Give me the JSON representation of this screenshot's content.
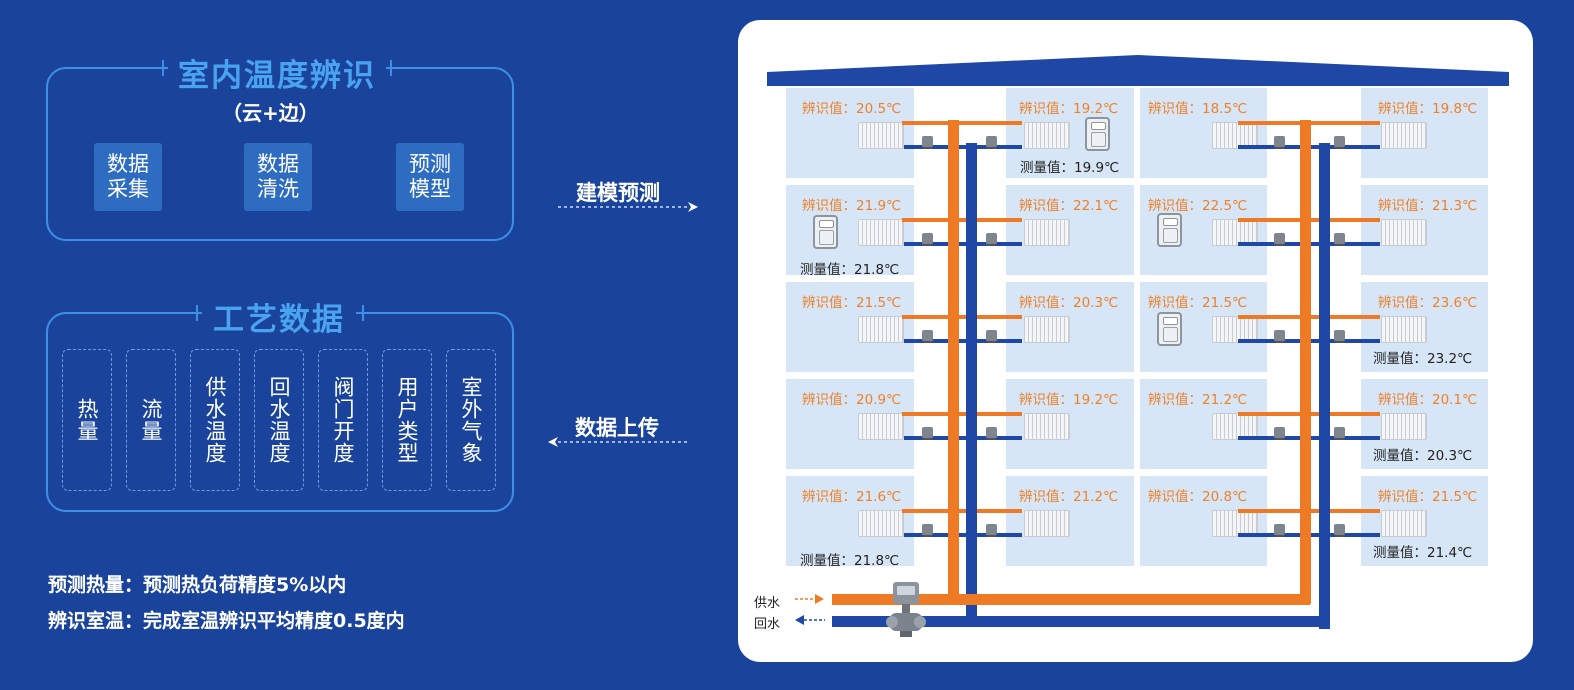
{
  "indoor_panel": {
    "title": "室内温度辨识",
    "subtitle": "（云+边）",
    "steps": [
      "数据采集",
      "数据清洗",
      "预测模型"
    ]
  },
  "process_panel": {
    "title": "工艺数据",
    "items": [
      "热量",
      "流量",
      "供水温度",
      "回水温度",
      "阀门开度",
      "用户类型",
      "室外气象"
    ]
  },
  "flows": {
    "modeling": "建模预测",
    "upload": "数据上传"
  },
  "notes": [
    "预测热量：预测热负荷精度5%以内",
    "辨识室温：完成室温辨识平均精度0.5度内"
  ],
  "rooms": [
    {
      "id": "辨识值：20.5℃"
    },
    {
      "id": "辨识值：19.2℃",
      "meas": "测量值：19.9℃"
    },
    {
      "id": "辨识值：18.5℃"
    },
    {
      "id": "辨识值：19.8℃"
    },
    {
      "id": "辨识值：21.9℃",
      "meas": "测量值：21.8℃"
    },
    {
      "id": "辨识值：22.1℃"
    },
    {
      "id": "辨识值：22.5℃"
    },
    {
      "id": "辨识值：21.3℃"
    },
    {
      "id": "辨识值：21.5℃"
    },
    {
      "id": "辨识值：20.3℃"
    },
    {
      "id": "辨识值：21.5℃"
    },
    {
      "id": "辨识值：23.6℃",
      "meas": "测量值：23.2℃"
    },
    {
      "id": "辨识值：20.9℃"
    },
    {
      "id": "辨识值：19.2℃"
    },
    {
      "id": "辨识值：21.2℃"
    },
    {
      "id": "辨识值：20.1℃",
      "meas": "测量值：20.3℃"
    },
    {
      "id": "辨识值：21.6℃",
      "meas": "测量值：21.8℃"
    },
    {
      "id": "辨识值：21.2℃"
    },
    {
      "id": "辨识值：20.8℃"
    },
    {
      "id": "辨识值：21.5℃",
      "meas": "测量值：21.4℃"
    }
  ],
  "legend": {
    "supply": "供水",
    "return": "回水"
  },
  "colors": {
    "background": "#1a449c",
    "supply_pipe": "#ef7a25",
    "return_pipe": "#1f47a5",
    "identified_value": "#f08028",
    "room_fill": "#d6e6f6"
  }
}
